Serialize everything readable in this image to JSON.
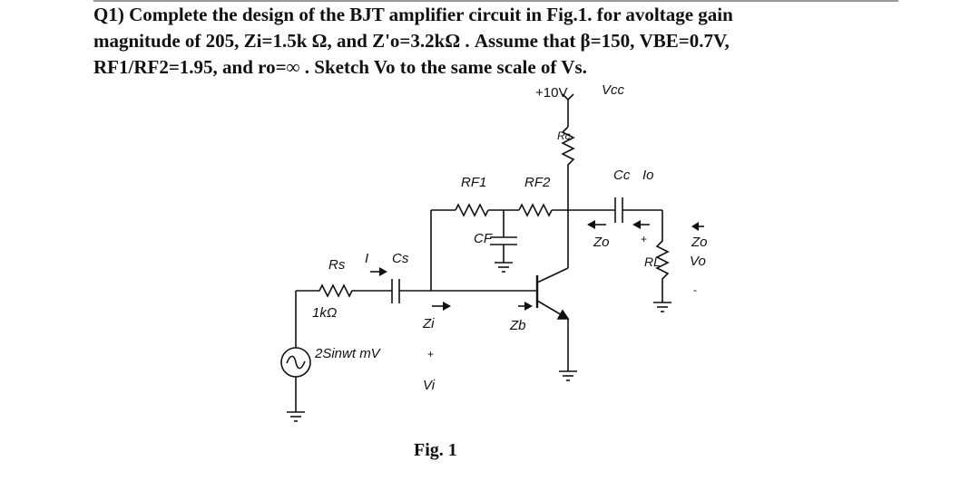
{
  "question": {
    "line1": "Q1)  Complete the design of the BJT amplifier circuit in Fig.1. for avoltage gain",
    "line2": "magnitude of 205, Zi=1.5k Ω, and Z'o=3.2kΩ . Assume that β=150, VBE=0.7V,",
    "line3": "RF1/RF2=1.95, and ro=∞ . Sketch Vo to the same scale of Vs."
  },
  "diagram": {
    "supply": "+10V",
    "vcc": "Vcc",
    "rc": "Rc",
    "rf1": "RF1",
    "rf2": "RF2",
    "cf": "CF",
    "cc": "Cc",
    "io": "Io",
    "zo": "Zo",
    "zo_prime": "Zo",
    "rl": "RL",
    "vo": "Vo",
    "plus_out": "+",
    "minus_out": "-",
    "rs": "Rs",
    "rs_value": "1kΩ",
    "ii": "I",
    "cs": "Cs",
    "zi": "Zi",
    "zb": "Zb",
    "source": "2Sinwt mV",
    "plus_in": "+",
    "vi": "Vi"
  },
  "figure_caption": "Fig. 1"
}
